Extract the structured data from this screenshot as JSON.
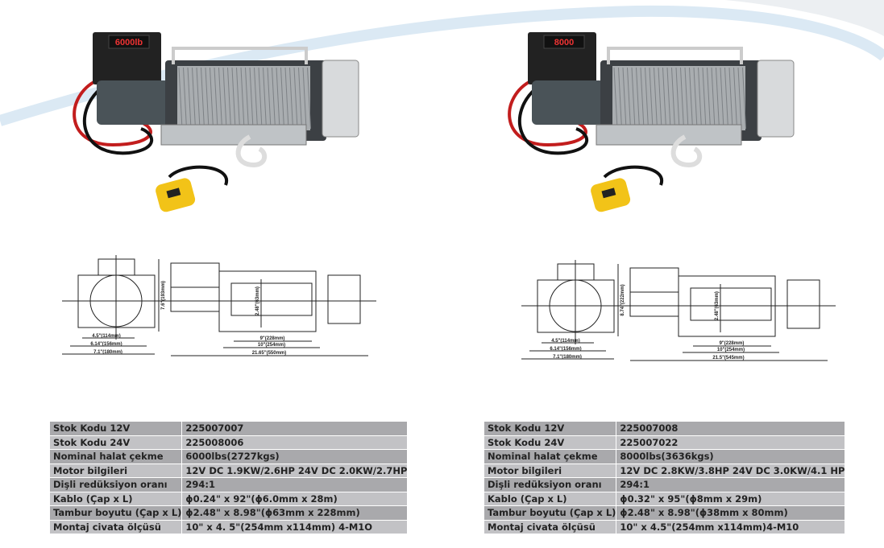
{
  "products": [
    {
      "display": "6000lb",
      "dims": {
        "height": "7.6\"(193mm)",
        "bolt_a": "4.5\"(114mm)",
        "bolt_b": "6.14\"(156mm)",
        "width": "7.1\"(180mm)",
        "drum_dia": "2.48\"(63mm)",
        "drum_len": "9\"(228mm)",
        "bolt_len": "10\"(254mm)",
        "length": "21.65\"(550mm)"
      },
      "specs": [
        {
          "label": "Stok Kodu 12V",
          "value": "225007007"
        },
        {
          "label": "Stok Kodu 24V",
          "value": "225008006"
        },
        {
          "label": "Nominal halat çekme",
          "value": "6000lbs(2727kgs)"
        },
        {
          "label": "Motor bilgileri",
          "value": "12V DC 1.9KW/2.6HP 24V DC 2.0KW/2.7HP"
        },
        {
          "label": "Dişli redüksiyon oranı",
          "value": "294:1"
        },
        {
          "label": "Kablo (Çap x L)",
          "value": "ϕ0.24\" x  92\"(ϕ6.0mm x 28m)"
        },
        {
          "label": "Tambur boyutu (Çap x L)",
          "value": "ϕ2.48\" x  8.98\"(ϕ63mm x 228mm)"
        },
        {
          "label": "Montaj civata ölçüsü",
          "value": "10\" x 4. 5\"(254mm x114mm) 4-M1O"
        }
      ]
    },
    {
      "display": "8000",
      "dims": {
        "height": "8.74\"(222mm)",
        "bolt_a": "4.5\"(114mm)",
        "bolt_b": "6.14\"(156mm)",
        "width": "7.1\"(180mm)",
        "drum_dia": "2.48\"(63mm)",
        "drum_len": "9\"(228mm)",
        "bolt_len": "10\"(254mm)",
        "length": "21.5\"(545mm)"
      },
      "specs": [
        {
          "label": "Stok Kodu 12V",
          "value": "225007008"
        },
        {
          "label": "Stok Kodu 24V",
          "value": "225007022"
        },
        {
          "label": "Nominal halat çekme",
          "value": "8000lbs(3636kgs)"
        },
        {
          "label": "Motor bilgileri",
          "value": "12V DC 2.8KW/3.8HP 24V DC 3.0KW/4.1 HP"
        },
        {
          "label": "Dişli redüksiyon oranı",
          "value": "294:1"
        },
        {
          "label": "Kablo (Çap x L)",
          "value": "ϕ0.32\" x 95\"(ϕ8mm x 29m)"
        },
        {
          "label": "Tambur boyutu (Çap x L)",
          "value": "ϕ2.48\" x 8.98\"(ϕ38mm x 80mm)"
        },
        {
          "label": "Montaj civata ölçüsü",
          "value": "10\" x 4.5\"(254mm x114mm)4-M10"
        }
      ]
    }
  ],
  "colors": {
    "swoosh": "#dbe9f4",
    "row_dark": "#a9a9ac",
    "row_light": "#c2c2c5"
  }
}
